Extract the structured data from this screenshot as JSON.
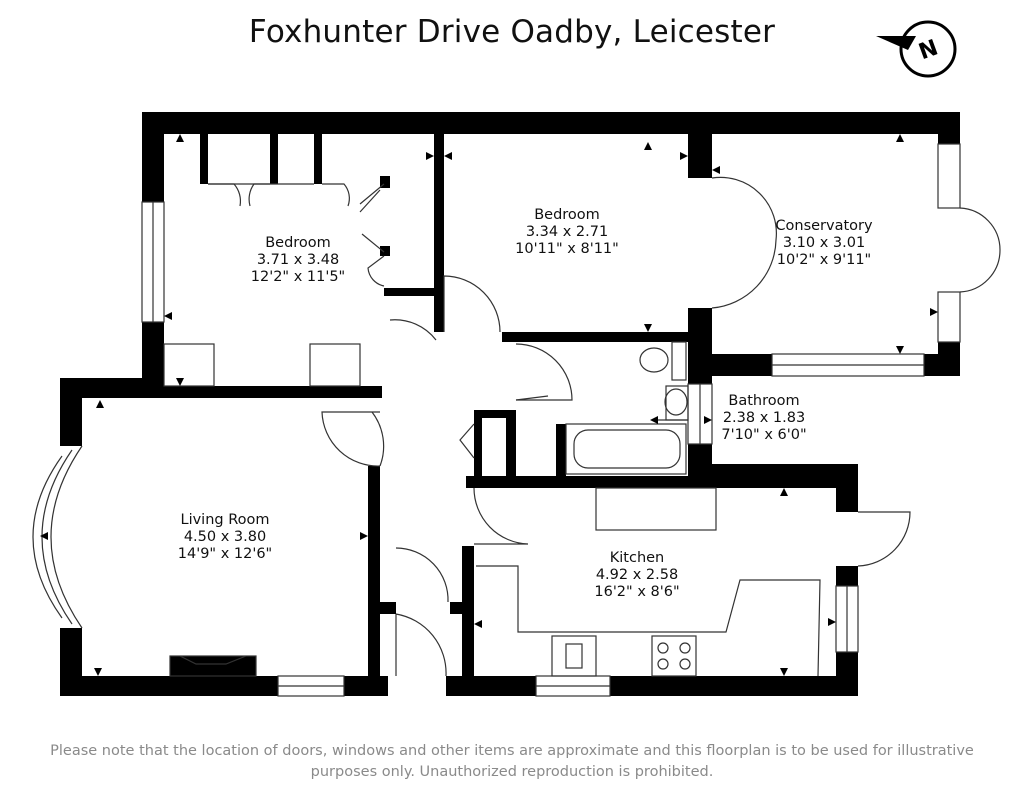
{
  "title": "Foxhunter Drive Oadby, Leicester",
  "compass": {
    "letter": "N",
    "icon": "north-compass-icon"
  },
  "rooms": [
    {
      "id": "bedroom-1",
      "name": "Bedroom",
      "metric": "3.71 x 3.48",
      "imperial": "12'2\" x 11'5\""
    },
    {
      "id": "bedroom-2",
      "name": "Bedroom",
      "metric": "3.34 x 2.71",
      "imperial": "10'11\" x 8'11\""
    },
    {
      "id": "conservatory",
      "name": "Conservatory",
      "metric": "3.10 x 3.01",
      "imperial": "10'2\" x 9'11\""
    },
    {
      "id": "bathroom",
      "name": "Bathroom",
      "metric": "2.38 x 1.83",
      "imperial": "7'10\" x 6'0\""
    },
    {
      "id": "living-room",
      "name": "Living Room",
      "metric": "4.50 x 3.80",
      "imperial": "14'9\" x 12'6\""
    },
    {
      "id": "kitchen",
      "name": "Kitchen",
      "metric": "4.92 x 2.58",
      "imperial": "16'2\" x 8'6\""
    }
  ],
  "disclaimer": {
    "line1": "Please note that the location of doors, windows and other items are approximate and this floorplan is to be used for illustrative",
    "line2": "purposes only. Unauthorized reproduction is prohibited."
  },
  "colors": {
    "wall": "#000000",
    "line": "#333333",
    "text": "#111111",
    "disclaimer": "#8a8a8a"
  }
}
